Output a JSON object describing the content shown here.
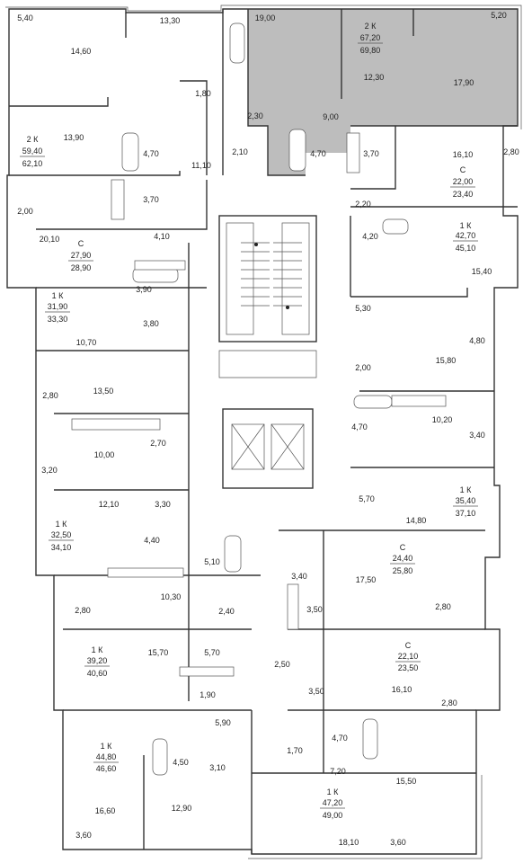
{
  "highlight_color": "#bdbdbd",
  "line_color": "#333333",
  "units": [
    {
      "type": "2 К",
      "living": "67,20",
      "total": "69,80",
      "x": 0,
      "y": 0,
      "highlighted": true
    },
    {
      "type": "2 К",
      "living": "59,40",
      "total": "62,10",
      "highlighted": false
    },
    {
      "type": "С",
      "living": "22,00",
      "total": "23,40",
      "highlighted": false
    },
    {
      "type": "С",
      "living": "27,90",
      "total": "28,90",
      "highlighted": false
    },
    {
      "type": "1 К",
      "living": "42,70",
      "total": "45,10",
      "highlighted": false
    },
    {
      "type": "1 К",
      "living": "31,90",
      "total": "33,30",
      "highlighted": false
    },
    {
      "type": "1 К",
      "living": "35,40",
      "total": "37,10",
      "highlighted": false
    },
    {
      "type": "1 К",
      "living": "32,50",
      "total": "34,10",
      "highlighted": false
    },
    {
      "type": "С",
      "living": "24,40",
      "total": "25,80",
      "highlighted": false
    },
    {
      "type": "С",
      "living": "22,10",
      "total": "23,50",
      "highlighted": false
    },
    {
      "type": "1 К",
      "living": "39,20",
      "total": "40,60",
      "highlighted": false
    },
    {
      "type": "1 К",
      "living": "44,80",
      "total": "46,60",
      "highlighted": false
    },
    {
      "type": "1 К",
      "living": "47,20",
      "total": "49,00",
      "highlighted": false
    }
  ],
  "rooms": [
    "5,40",
    "13,30",
    "19,00",
    "5,20",
    "14,60",
    "12,30",
    "17,90",
    "1,80",
    "2,30",
    "9,00",
    "13,90",
    "4,70",
    "2,10",
    "4,70",
    "3,70",
    "16,10",
    "2,80",
    "11,10",
    "3,70",
    "2,20",
    "2,00",
    "20,10",
    "4,10",
    "4,20",
    "15,40",
    "3,90",
    "5,30",
    "3,80",
    "10,70",
    "4,80",
    "2,00",
    "15,80",
    "13,50",
    "2,80",
    "4,70",
    "10,20",
    "2,70",
    "10,00",
    "3,40",
    "3,20",
    "12,10",
    "3,30",
    "5,70",
    "14,80",
    "4,40",
    "5,10",
    "3,40",
    "17,50",
    "10,30",
    "2,80",
    "2,40",
    "3,50",
    "2,80",
    "15,70",
    "5,70",
    "2,50",
    "3,50",
    "16,10",
    "1,90",
    "2,80",
    "5,90",
    "1,70",
    "4,70",
    "4,50",
    "3,10",
    "7,20",
    "15,50",
    "16,60",
    "12,90",
    "18,10",
    "3,60",
    "3,60"
  ]
}
